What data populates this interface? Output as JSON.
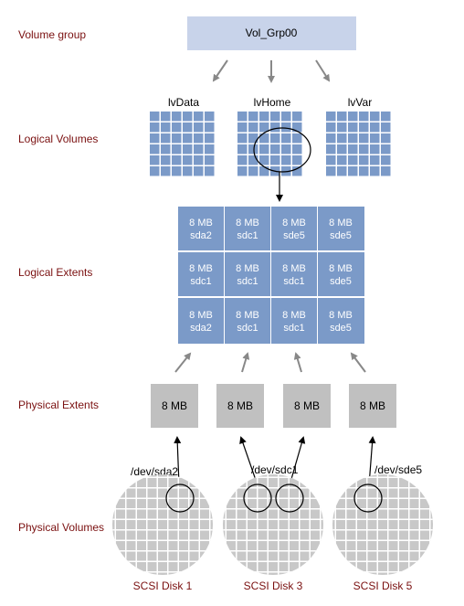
{
  "row_labels": {
    "volume_group": "Volume group",
    "logical_volumes": "Logical Volumes",
    "logical_extents": "Logical Extents",
    "physical_extents": "Physical Extents",
    "physical_volumes": "Physical Volumes"
  },
  "volume_group": {
    "name": "Vol_Grp00"
  },
  "logical_volumes": [
    "lvData",
    "lvHome",
    "lvVar"
  ],
  "logical_extents": [
    [
      {
        "size": "8 MB",
        "device": "sda2"
      },
      {
        "size": "8 MB",
        "device": "sdc1"
      },
      {
        "size": "8 MB",
        "device": "sde5"
      },
      {
        "size": "8 MB",
        "device": "sde5"
      }
    ],
    [
      {
        "size": "8 MB",
        "device": "sdc1"
      },
      {
        "size": "8 MB",
        "device": "sdc1"
      },
      {
        "size": "8 MB",
        "device": "sdc1"
      },
      {
        "size": "8 MB",
        "device": "sde5"
      }
    ],
    [
      {
        "size": "8 MB",
        "device": "sda2"
      },
      {
        "size": "8 MB",
        "device": "sdc1"
      },
      {
        "size": "8 MB",
        "device": "sdc1"
      },
      {
        "size": "8 MB",
        "device": "sde5"
      }
    ]
  ],
  "physical_extents": [
    "8 MB",
    "8 MB",
    "8 MB",
    "8 MB"
  ],
  "physical_volumes": [
    {
      "device": "/dev/sda2",
      "disk": "SCSI Disk 1"
    },
    {
      "device": "/dev/sdc1",
      "disk": "SCSI Disk 3"
    },
    {
      "device": "/dev/sde5",
      "disk": "SCSI Disk 5"
    }
  ],
  "colors": {
    "vg_fill": "#c8d3ea",
    "lv_cell": "#7b9ac8",
    "le_cell": "#7b9ac8",
    "pe_fill": "#c0c0c0",
    "disk_fill": "#c8c8c8",
    "arrow": "#888888",
    "label": "#7a1010"
  }
}
